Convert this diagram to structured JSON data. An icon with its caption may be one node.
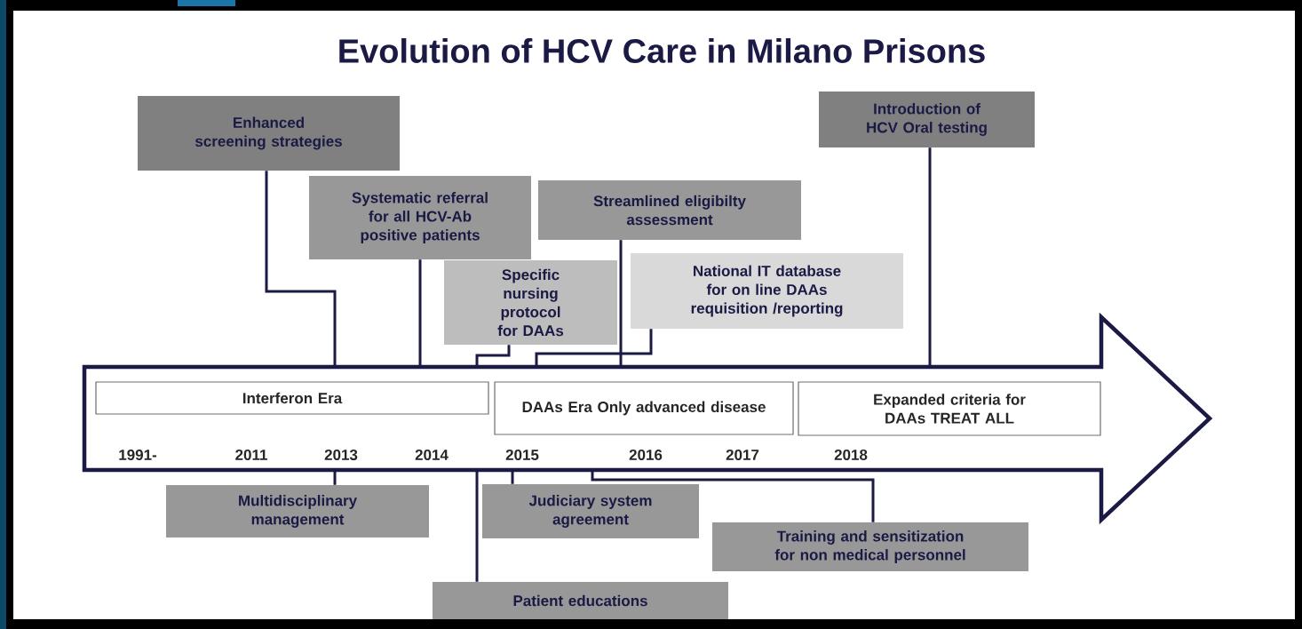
{
  "diagram": {
    "title": "Evolution of HCV Care in Milano Prisons",
    "nodes": [
      {
        "text": [
          "Enhanced screening strategies"
        ]
      },
      {
        "text": [
          "Systematic referral for all HCV-Ab positive patients"
        ]
      },
      {
        "text": [
          "Streamlined eligibilty assessment"
        ]
      },
      {
        "text": [
          "Introduction of HCV Oral testing"
        ]
      },
      {
        "text": [
          "Specific nursing protocol for DAAs"
        ]
      },
      {
        "text": [
          "National IT database for on line DAAs requisition /reporting"
        ]
      },
      {
        "text": [],
        "shape": "arrow"
      },
      {
        "text": [
          "Interferon Era"
        ],
        "in": 6
      },
      {
        "text": [
          "DAAs Era Only advanced disease"
        ],
        "in": 6
      },
      {
        "text": [
          "Expanded criteria for DAAs TREAT ALL"
        ],
        "in": 6
      },
      {
        "text": [
          "Multidisciplinary management"
        ]
      },
      {
        "text": [
          "Judiciary system agreement"
        ]
      },
      {
        "text": [
          "Training and sensitization for non medical personnel"
        ]
      },
      {
        "text": [
          "Patient educations"
        ]
      }
    ],
    "edges": [
      {
        "from": 0,
        "to": 6,
        "arrow": "none"
      },
      {
        "from": 1,
        "to": 6,
        "arrow": "none"
      },
      {
        "from": 2,
        "to": 6,
        "arrow": "none"
      },
      {
        "from": 3,
        "to": 6,
        "arrow": "none"
      },
      {
        "from": 4,
        "to": 6,
        "arrow": "none"
      },
      {
        "from": 5,
        "to": 6,
        "arrow": "none"
      },
      {
        "from": 10,
        "to": 6,
        "arrow": "none"
      },
      {
        "from": 11,
        "to": 6,
        "arrow": "none"
      },
      {
        "from": 12,
        "to": 6,
        "arrow": "none"
      },
      {
        "from": 13,
        "to": 6,
        "arrow": "none"
      }
    ],
    "labels": [
      "1991-",
      "2011",
      "2013",
      "2014",
      "2015",
      "2016",
      "2017",
      "2018"
    ]
  }
}
